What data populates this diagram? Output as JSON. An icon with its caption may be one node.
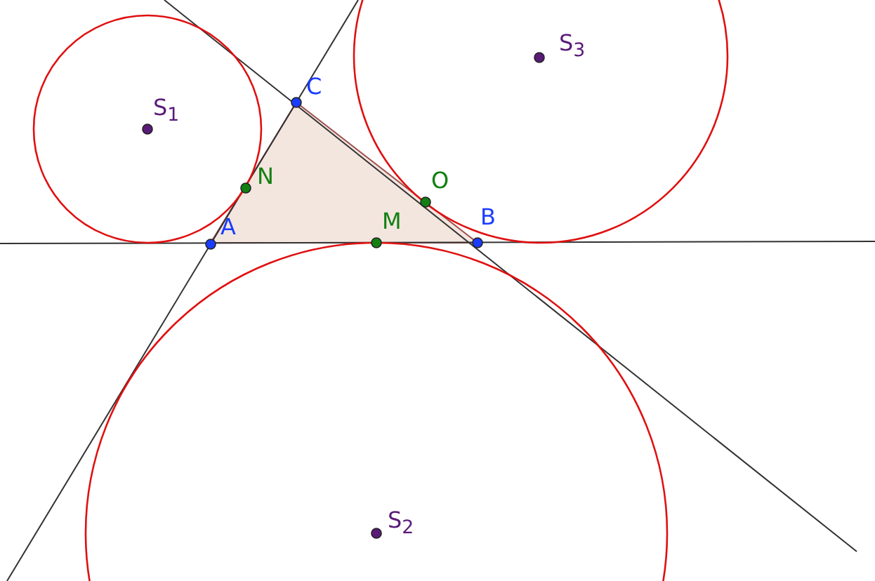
{
  "diagram": {
    "labels": [
      "C",
      "S$_{3}$",
      "S$_{1}$",
      "N",
      "O",
      "A",
      "M",
      "B",
      "S$_{2}$"
    ]
  }
}
